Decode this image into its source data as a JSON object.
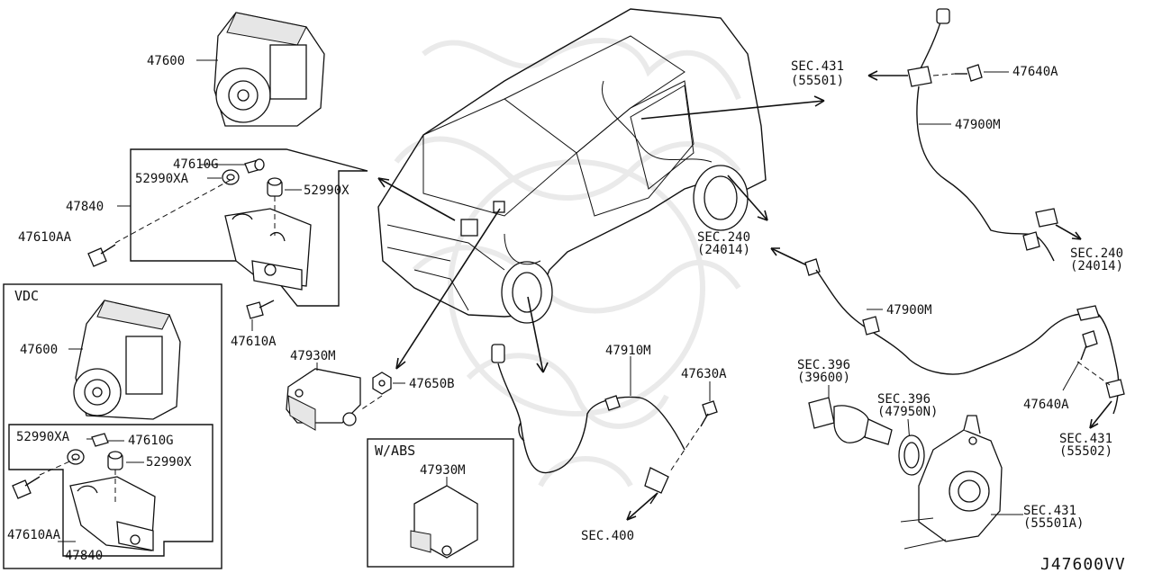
{
  "diagram_code": "J47600VV",
  "boxes": {
    "vdc_title": "VDC",
    "wabs_title": "W/ABS"
  },
  "labels": {
    "p47600_top": "47600",
    "p47610G_top": "47610G",
    "p52990XA_top": "52990XA",
    "p52990X_top": "52990X",
    "p47840_top": "47840",
    "p47610AA_top": "47610AA",
    "p47610A": "47610A",
    "p47600_vdc": "47600",
    "p52990XA_vdc": "52990XA",
    "p47610G_vdc": "47610G",
    "p52990X_vdc": "52990X",
    "p47610AA_vdc": "47610AA",
    "p47840_vdc": "47840",
    "p47930M": "47930M",
    "p47650B": "47650B",
    "p47930M_abs": "47930M",
    "p47910M": "47910M",
    "p47630A": "47630A",
    "sec400": "SEC.400",
    "sec431_top": "SEC.431",
    "sec431_top_sub": "(55501)",
    "p47640A_top": "47640A",
    "p47900M_top": "47900M",
    "sec240_right": "SEC.240",
    "sec240_right_sub": "(24014)",
    "sec240_mid": "SEC.240",
    "sec240_mid_sub": "(24014)",
    "p47900M_mid": "47900M",
    "sec396_a": "SEC.396",
    "sec396_a_sub": "(39600)",
    "sec396_b": "SEC.396",
    "sec396_b_sub": "(47950N)",
    "p47640A_right": "47640A",
    "sec431_right": "SEC.431",
    "sec431_right_sub": "(55502)",
    "sec431_bottom": "SEC.431",
    "sec431_bottom_sub": "(55501A)"
  }
}
